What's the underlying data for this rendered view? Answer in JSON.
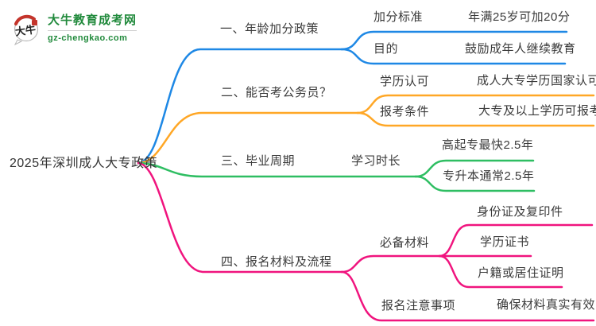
{
  "logo": {
    "title": "大牛教育成考网",
    "domain": "gz-chengkao.com",
    "icon_text": "大牛",
    "brand_color": "#218a3c",
    "seal_color": "#c4342b"
  },
  "root": {
    "label": "2025年深圳成人大专政策"
  },
  "branches": [
    {
      "label": "一、年龄加分政策",
      "color": "#1e88e5",
      "children": [
        {
          "label": "加分标准",
          "leaves": [
            "年满25岁可加20分"
          ]
        },
        {
          "label": "目的",
          "leaves": [
            "鼓励成年人继续教育"
          ]
        }
      ]
    },
    {
      "label": "二、能否考公务员？",
      "color": "#ffa726",
      "children": [
        {
          "label": "学历认可",
          "leaves": [
            "成人大专学历国家认可"
          ]
        },
        {
          "label": "报考条件",
          "leaves": [
            "大专及以上学历可报考"
          ]
        }
      ]
    },
    {
      "label": "三、毕业周期",
      "color": "#2ebe62",
      "children": [
        {
          "label": "学习时长",
          "leaves": [
            "高起专最快2.5年",
            "专升本通常2.5年"
          ]
        }
      ]
    },
    {
      "label": "四、报名材料及流程",
      "color": "#f0147e",
      "children": [
        {
          "label": "必备材料",
          "leaves": [
            "身份证及复印件",
            "学历证书",
            "户籍或居住证明"
          ]
        },
        {
          "label": "报名注意事项",
          "leaves": [
            "确保材料真实有效"
          ]
        }
      ]
    }
  ]
}
